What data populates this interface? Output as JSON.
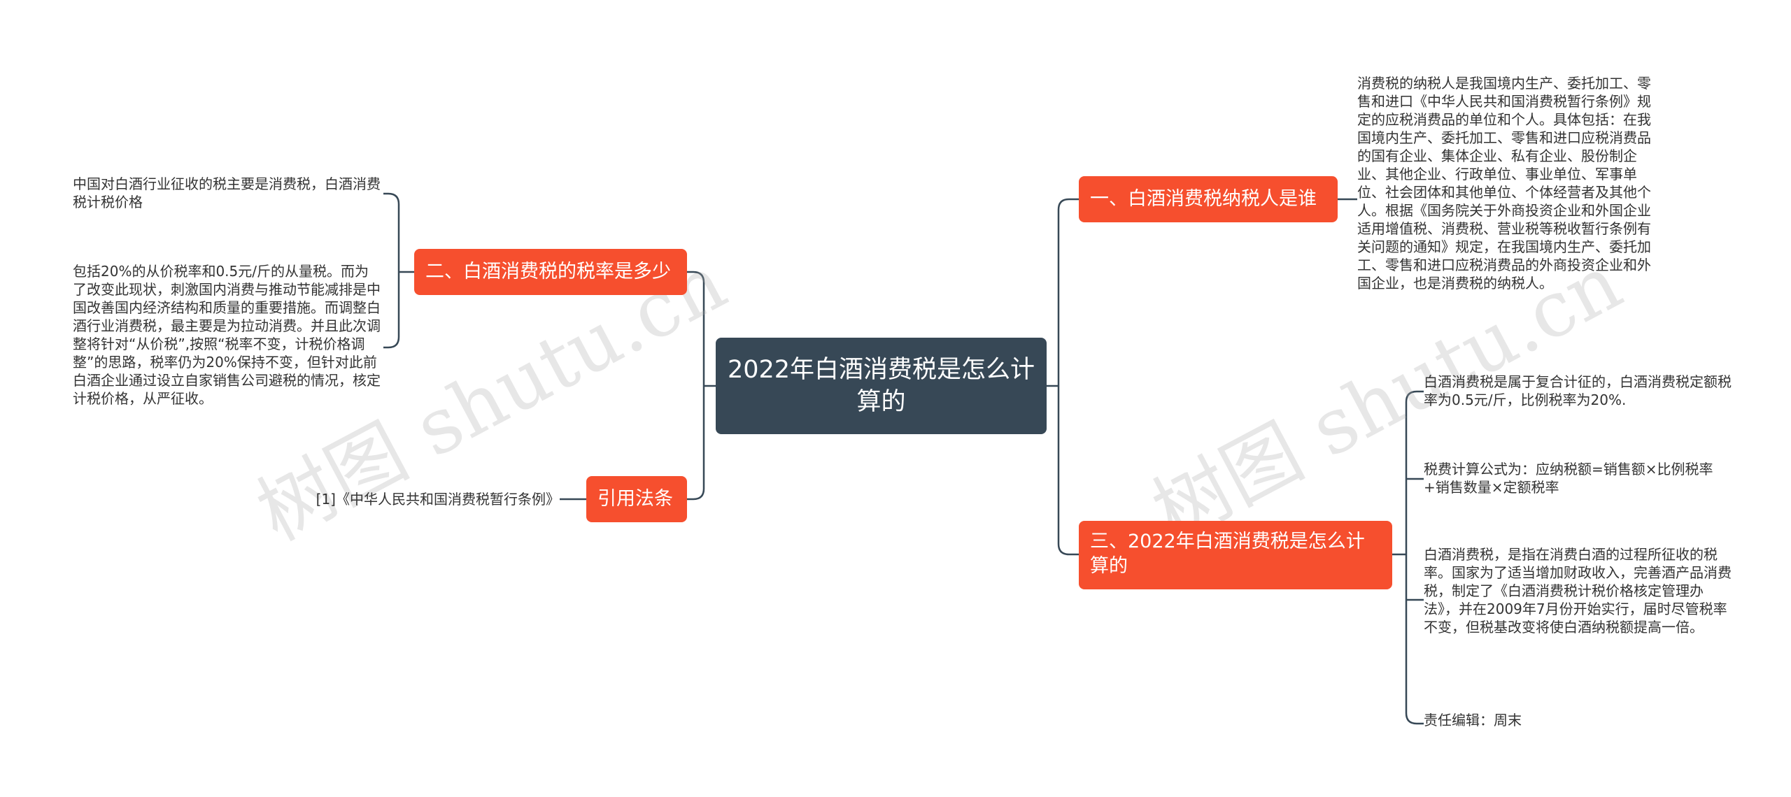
{
  "title": "2022年白酒消费税是怎么计算的",
  "branches": {
    "b1": {
      "label": "一、白酒消费税纳税人是谁",
      "leaf": "消费税的纳税人是我国境内生产、委托加工、零售和进口《中华人民共和国消费税暂行条例》规定的应税消费品的单位和个人。具体包括：在我国境内生产、委托加工、零售和进口应税消费品的国有企业、集体企业、私有企业、股份制企业、其他企业、行政单位、事业单位、军事单位、社会团体和其他单位、个体经营者及其他个人。根据《国务院关于外商投资企业和外国企业适用增值税、消费税、营业税等税收暂行条例有关问题的通知》规定，在我国境内生产、委托加工、零售和进口应税消费品的外商投资企业和外国企业，也是消费税的纳税人。"
    },
    "b2": {
      "label": "二、白酒消费税的税率是多少",
      "leaves": [
        "中国对白酒行业征收的税主要是消费税，白酒消费税计税价格",
        "包括20%的从价税率和0.5元/斤的从量税。而为了改变此现状，刺激国内消费与推动节能减排是中国改善国内经济结构和质量的重要措施。而调整白酒行业消费税，最主要是为拉动消费。并且此次调整将针对“从价税”,按照“税率不变，计税价格调整”的思路，税率仍为20%保持不变，但针对此前白酒企业通过设立自家销售公司避税的情况，核定计税价格，从严征收。"
      ]
    },
    "b3": {
      "label": "三、2022年白酒消费税是怎么计算的",
      "leaves": [
        "白酒消费税是属于复合计征的，白酒消费税定额税率为0.5元/斤，比例税率为20%.",
        "税费计算公式为：应纳税额=销售额×比例税率+销售数量×定额税率",
        "白酒消费税，是指在消费白酒的过程所征收的税率。国家为了适当增加财政收入，完善酒产品消费税，制定了《白酒消费税计税价格核定管理办法》，并在2009年7月份开始实行，届时尽管税率不变，但税基改变将使白酒纳税额提高一倍。",
        "责任编辑：周末"
      ]
    },
    "b4": {
      "label": "引用法条",
      "leaf": "[1]《中华人民共和国消费税暂行条例》"
    }
  },
  "watermarks": [
    "树图 shutu.cn",
    "树图 shutu.cn"
  ],
  "colors": {
    "center_fill": "#374856",
    "branch_fill": "#f64f2e",
    "connector": "#374856",
    "text": "#333333"
  }
}
